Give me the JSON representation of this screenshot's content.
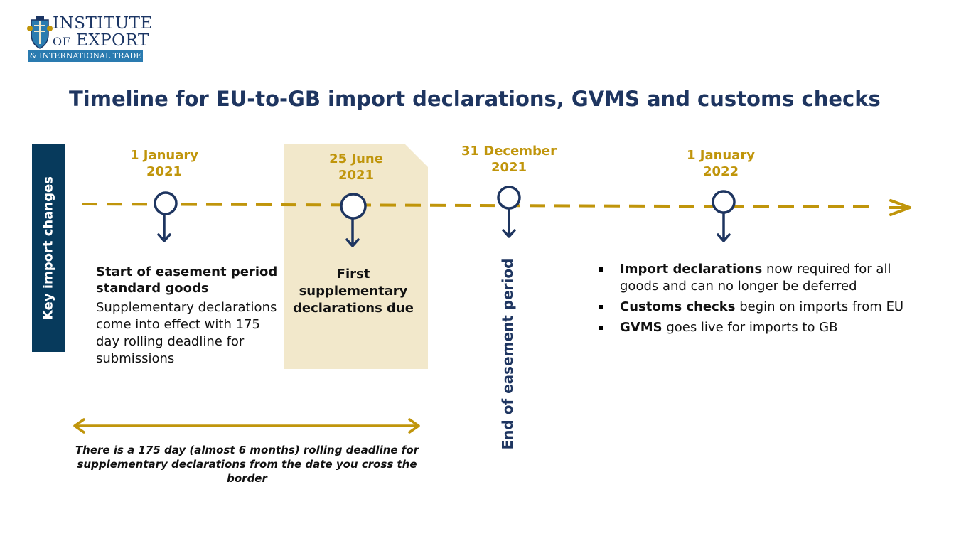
{
  "logo": {
    "line1": "INSTITUTE",
    "line2_prefix": "OF",
    "line2_main": " EXPORT",
    "band": "& INTERNATIONAL TRADE"
  },
  "title": "Timeline for EU-to-GB import declarations, GVMS and customs checks",
  "side_label": "Key import changes",
  "milestones": [
    {
      "date": "1 January\n2021"
    },
    {
      "date": "25 June\n2021"
    },
    {
      "date": "31 December\n2021"
    },
    {
      "date": "1 January\n2022"
    }
  ],
  "block1": {
    "title": "Start of easement period standard goods",
    "desc": "Supplementary declarations come into effect with 175 day rolling deadline for submissions"
  },
  "block2": {
    "title": "First supplementary declarations due"
  },
  "easement_end": "End of easement period",
  "bullets": [
    {
      "bold": "Import declarations",
      "rest": " now required for all goods and can no longer be deferred"
    },
    {
      "bold": "Customs checks",
      "rest": " begin on imports from EU"
    },
    {
      "bold": "GVMS",
      "rest": " goes live for imports to GB"
    }
  ],
  "note": "There is a 175 day (almost 6 months) rolling deadline for supplementary declarations from the date you cross the border",
  "colors": {
    "navy": "#1e3560",
    "gold": "#c0950b",
    "panel": "#f2e8cb",
    "sidebar": "#073a5c"
  }
}
